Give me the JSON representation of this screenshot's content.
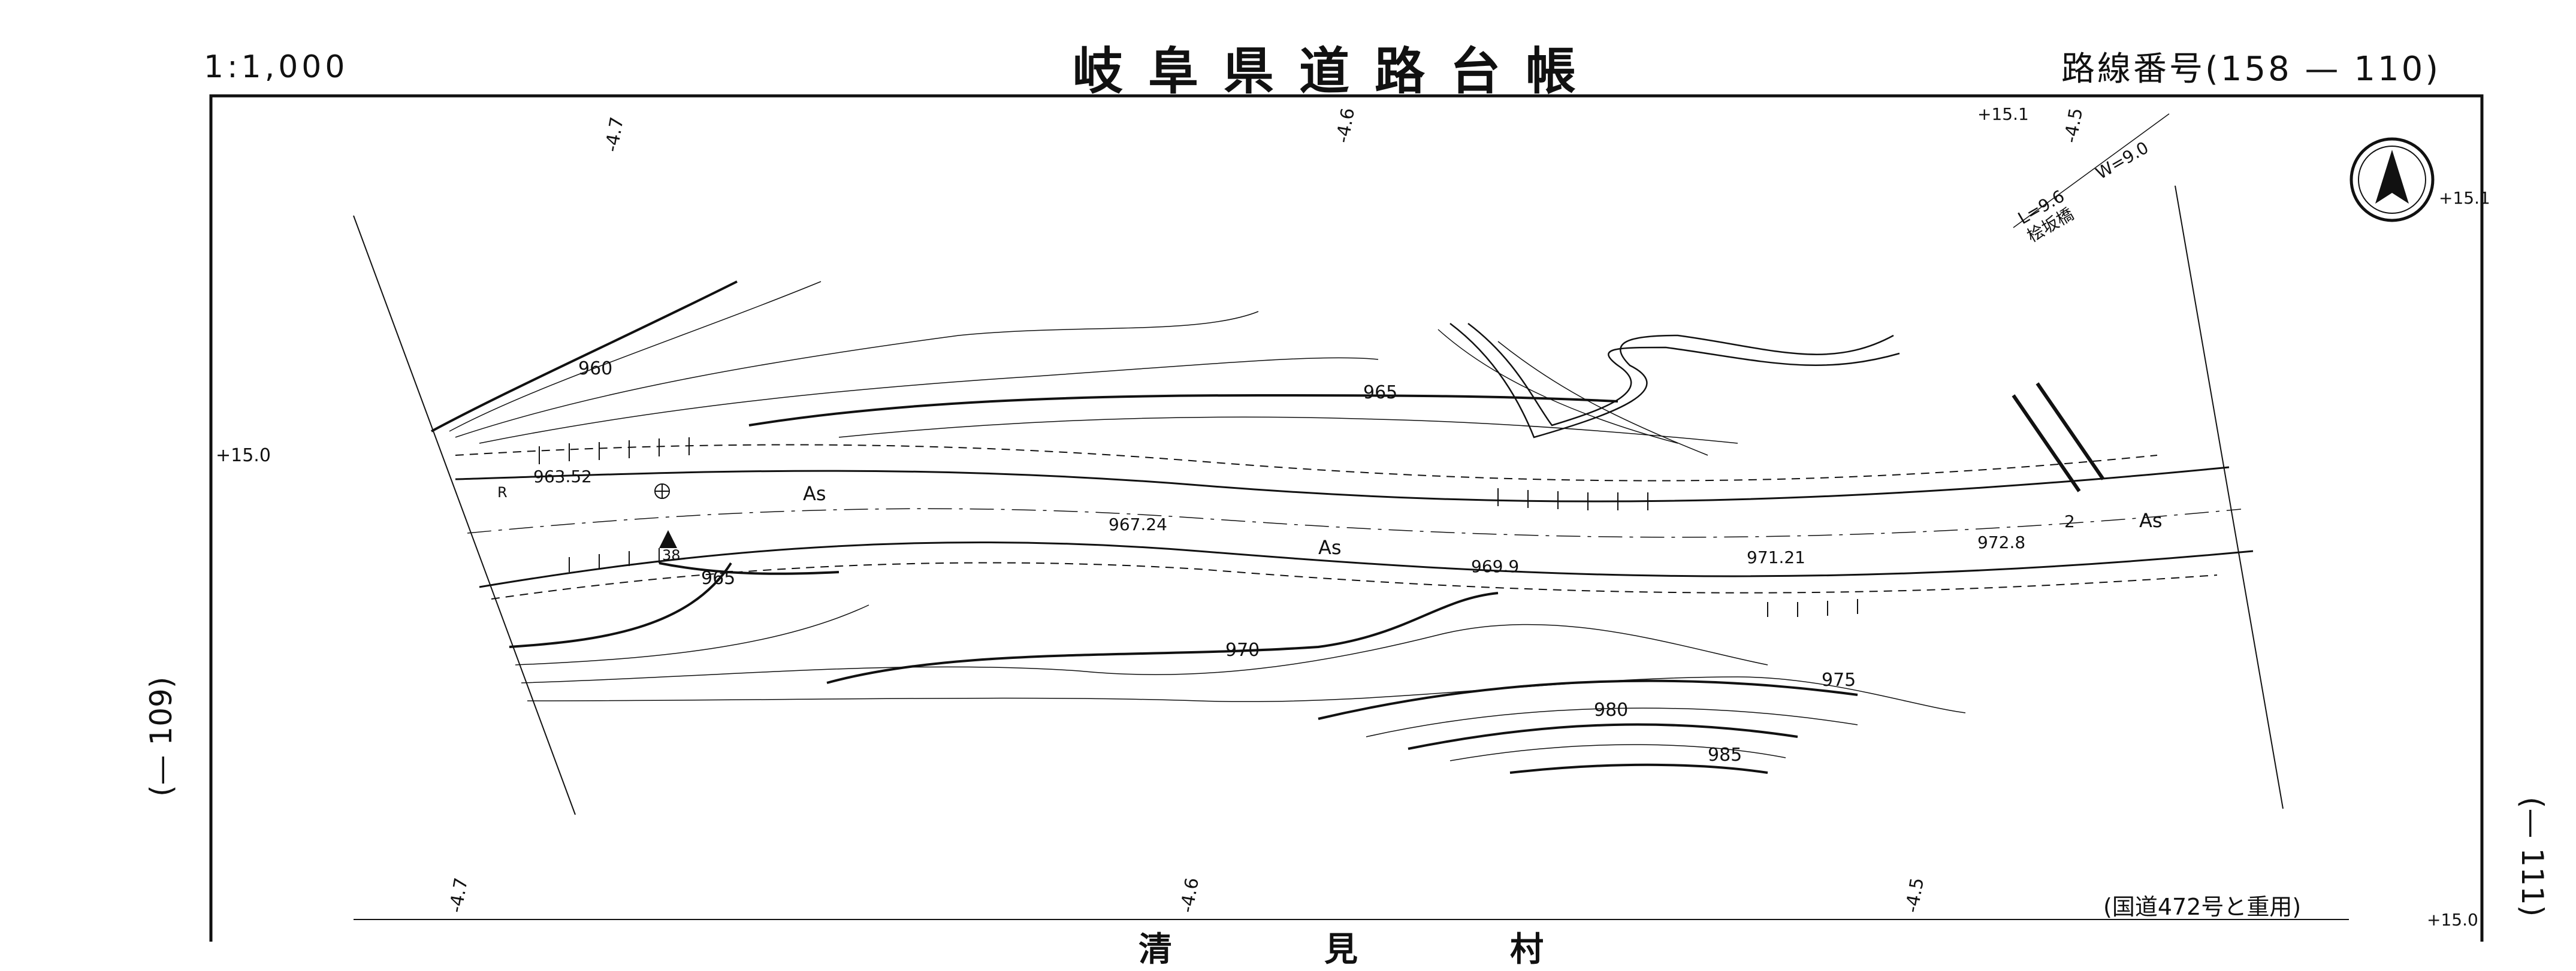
{
  "header": {
    "scale": "1:1,000",
    "title": "岐阜県道路台帳",
    "route_number": "路線番号(158 — 110)"
  },
  "side_labels": {
    "left": "(— 109)",
    "right": "(— 111)"
  },
  "bottom_note": "(国道472号と重用)",
  "bottom_labels": [
    "清",
    "見",
    "村"
  ],
  "map": {
    "elevations": [
      "960",
      "963.52",
      "965",
      "965",
      "967.24",
      "969.9",
      "970",
      "971.21",
      "972.8",
      "975",
      "980",
      "985"
    ],
    "pavement_labels": [
      "As",
      "As",
      "As"
    ],
    "stations": [
      "-4.7",
      "-4.6",
      "-4.5",
      "-4.7",
      "-4.6",
      "-4.5"
    ],
    "offsets": [
      "+15.0",
      "+15.1",
      "+15.1",
      "+15.0"
    ],
    "bridge_length": "L=9.6",
    "bridge_width": "W=9.0",
    "bridge_name": "桧坂橋",
    "point_labels": [
      "R",
      "38",
      "2"
    ]
  },
  "colors": {
    "ink": "#111111",
    "background": "#ffffff"
  },
  "icons": {
    "north_arrow": "north-arrow-icon"
  }
}
